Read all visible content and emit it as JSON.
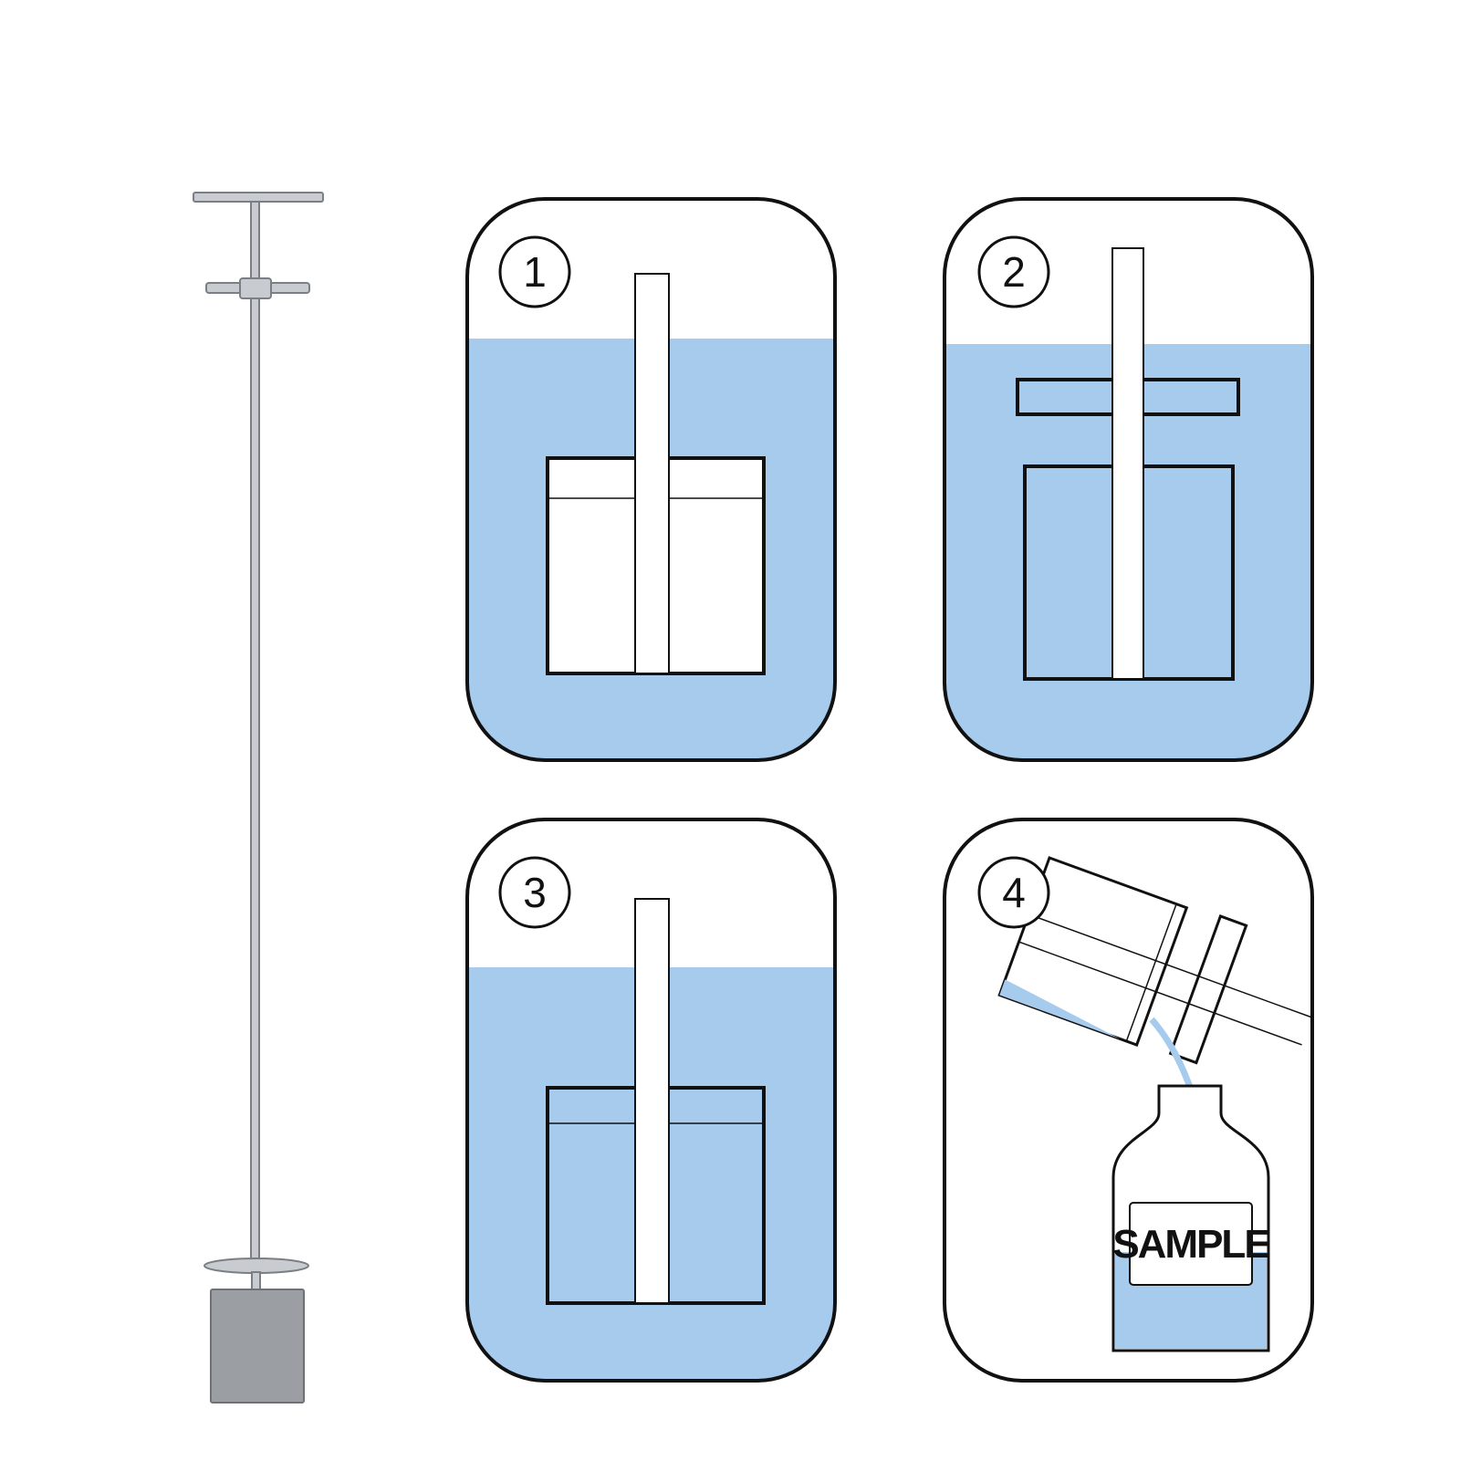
{
  "steps": [
    {
      "number": "1"
    },
    {
      "number": "2"
    },
    {
      "number": "3"
    },
    {
      "number": "4"
    }
  ],
  "bottle": {
    "label": "SAMPLE"
  },
  "colors": {
    "water": "#a6cbec",
    "outline": "#111111",
    "tool_fill": "#c8ccd0",
    "tool_stroke": "#7a7f85",
    "weight_fill": "#9b9fa4"
  }
}
